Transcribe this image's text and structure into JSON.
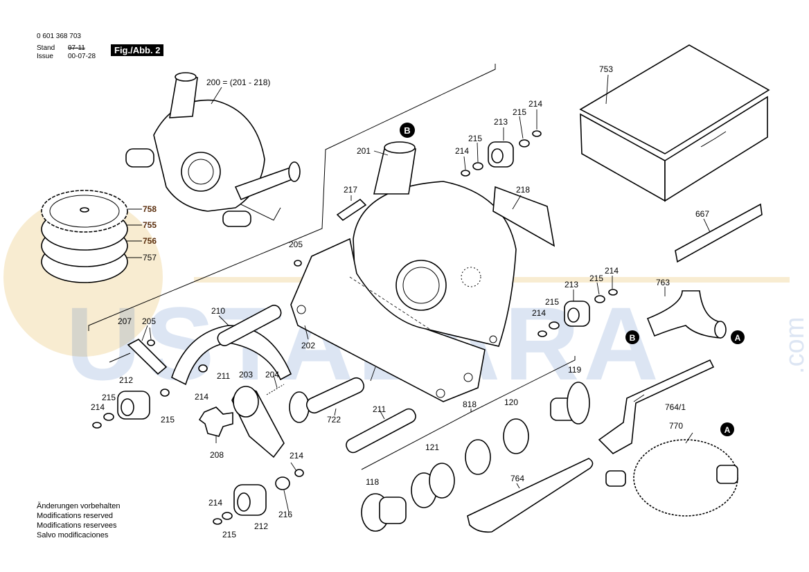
{
  "header": {
    "part_number": "0 601 368 703",
    "stand_label": "Stand",
    "stand_value": "97-11",
    "issue_label": "Issue",
    "issue_value": "00-07-28",
    "figure": "Fig./Abb. 2"
  },
  "footer": {
    "lines": [
      "Änderungen vorbehalten",
      "Modifications reserved",
      "Modifications reservees",
      "Salvo modificaciones"
    ]
  },
  "watermark": {
    "letters": "USTALARA",
    "suffix": ".com"
  },
  "markers": {
    "a": "A",
    "b": "B"
  },
  "labels": {
    "l200": "200 = (201 - 218)",
    "l201": "201",
    "l202": "202",
    "l203": "203",
    "l204": "204",
    "l205a": "205",
    "l205b": "205",
    "l207": "207",
    "l208": "208",
    "l210": "210",
    "l211a": "211",
    "l211b": "211",
    "l212a": "212",
    "l212b": "212",
    "l213a": "213",
    "l213b": "213",
    "l214a": "214",
    "l214b": "214",
    "l214c": "214",
    "l214d": "214",
    "l214e": "214",
    "l214f": "214",
    "l214g": "214",
    "l214h": "214",
    "l215a": "215",
    "l215b": "215",
    "l215c": "215",
    "l215d": "215",
    "l215e": "215",
    "l215f": "215",
    "l215g": "215",
    "l216": "216",
    "l217": "217",
    "l218": "218",
    "l118": "118",
    "l119": "119",
    "l120": "120",
    "l121": "121",
    "l667": "667",
    "l722": "722",
    "l753": "753",
    "l755": "755",
    "l756": "756",
    "l757": "757",
    "l758": "758",
    "l763": "763",
    "l764": "764",
    "l7641": "764/1",
    "l770": "770",
    "l818": "818"
  },
  "colors": {
    "watermark_blue": "#2a63b8",
    "watermark_orange": "#e1a72c",
    "disc_label": "#5a2d0c"
  }
}
